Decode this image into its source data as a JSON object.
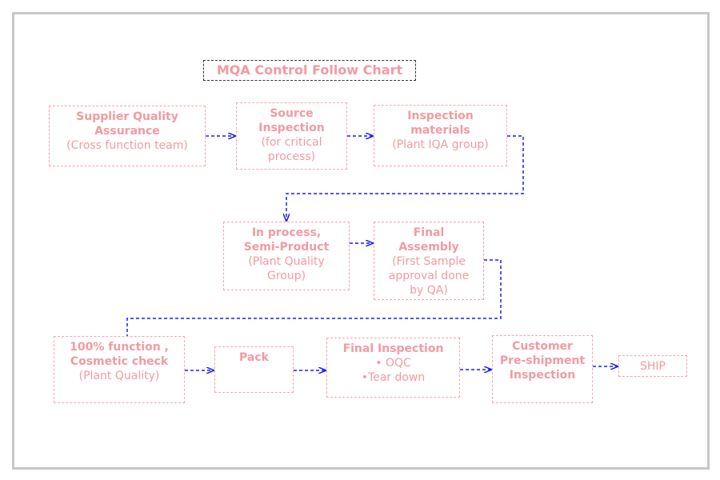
{
  "title": "MQA Control Follow Chart",
  "colors": {
    "box_text": "#f29aa2",
    "box_border": "#f4a6ad",
    "arrow": "#1a1aff",
    "frame": "#c8c8c8"
  },
  "nodes": {
    "supplier": {
      "bold": [
        "Supplier Quality",
        "Assurance"
      ],
      "normal": [
        "(Cross function team)"
      ]
    },
    "source": {
      "bold": [
        "Source",
        "Inspection"
      ],
      "normal": [
        "(for critical",
        "process)"
      ]
    },
    "inspection": {
      "bold": [
        "Inspection",
        "materials"
      ],
      "normal": [
        "(Plant IQA group)"
      ]
    },
    "inprocess": {
      "bold": [
        "In process,",
        "Semi-Product"
      ],
      "normal": [
        "(Plant  Quality",
        "Group)"
      ]
    },
    "final_assembly": {
      "bold": [
        "Final",
        "Assembly"
      ],
      "normal": [
        "(First Sample",
        "approval done",
        "by QA)"
      ]
    },
    "function_check": {
      "bold": [
        "100% function ,",
        "Cosmetic check"
      ],
      "normal": [
        "(Plant Quality)"
      ]
    },
    "pack": {
      "bold": [
        "Pack"
      ],
      "normal": []
    },
    "final_inspection": {
      "bold": [
        "Final Inspection"
      ],
      "normal": [
        "• OQC",
        "•Tear down"
      ]
    },
    "customer": {
      "bold": [
        "Customer",
        "Pre-shipment",
        "Inspection"
      ],
      "normal": []
    },
    "ship": {
      "bold": [],
      "normal": [
        "SHIP"
      ]
    }
  }
}
